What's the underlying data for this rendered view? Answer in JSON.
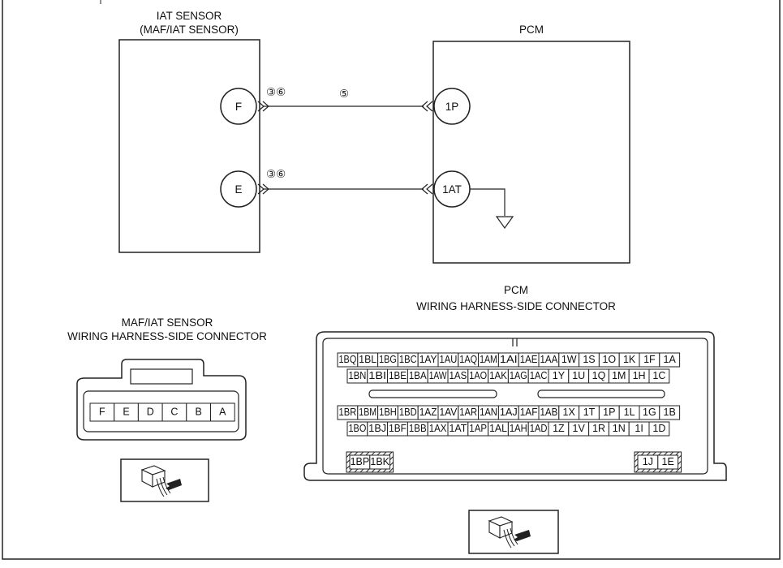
{
  "top_diagram": {
    "iat_sensor": {
      "title_line1": "IAT SENSOR",
      "title_line2": "(MAF/IAT SENSOR)",
      "pin_f": "F",
      "pin_e": "E"
    },
    "pcm": {
      "title": "PCM",
      "pin_1p": "1P",
      "pin_1at": "1AT"
    },
    "wire_top_left_label": "③⑥",
    "wire_top_mid_label": "⑤",
    "wire_bottom_left_label": "③⑥"
  },
  "maf_connector": {
    "title_line1": "MAF/IAT SENSOR",
    "title_line2": "WIRING HARNESS-SIDE CONNECTOR",
    "pins": [
      "F",
      "E",
      "D",
      "C",
      "B",
      "A"
    ]
  },
  "pcm_connector": {
    "title_line1": "PCM",
    "title_line2": "WIRING HARNESS-SIDE CONNECTOR",
    "block1_row1": [
      "1BQ",
      "1BL",
      "1BG",
      "1BC",
      "1AY",
      "1AU",
      "1AQ",
      "1AM",
      "1AI",
      "1AE",
      "1AA",
      "1W",
      "1S",
      "1O",
      "1K",
      "1F",
      "1A"
    ],
    "block1_row2": [
      "1BN",
      "1BI",
      "1BE",
      "1BA",
      "1AW",
      "1AS",
      "1AO",
      "1AK",
      "1AG",
      "1AC",
      "1Y",
      "1U",
      "1Q",
      "1M",
      "1H",
      "1C"
    ],
    "block2_row1": [
      "1BR",
      "1BM",
      "1BH",
      "1BD",
      "1AZ",
      "1AV",
      "1AR",
      "1AN",
      "1AJ",
      "1AF",
      "1AB",
      "1X",
      "1T",
      "1P",
      "1L",
      "1G",
      "1B"
    ],
    "block2_row2": [
      "1BO",
      "1BJ",
      "1BF",
      "1BB",
      "1AX",
      "1AT",
      "1AP",
      "1AL",
      "1AH",
      "1AD",
      "1Z",
      "1V",
      "1R",
      "1N",
      "1I",
      "1D"
    ],
    "hatched_left": [
      "1BP",
      "1BK"
    ],
    "hatched_right": [
      "1J",
      "1E"
    ]
  }
}
